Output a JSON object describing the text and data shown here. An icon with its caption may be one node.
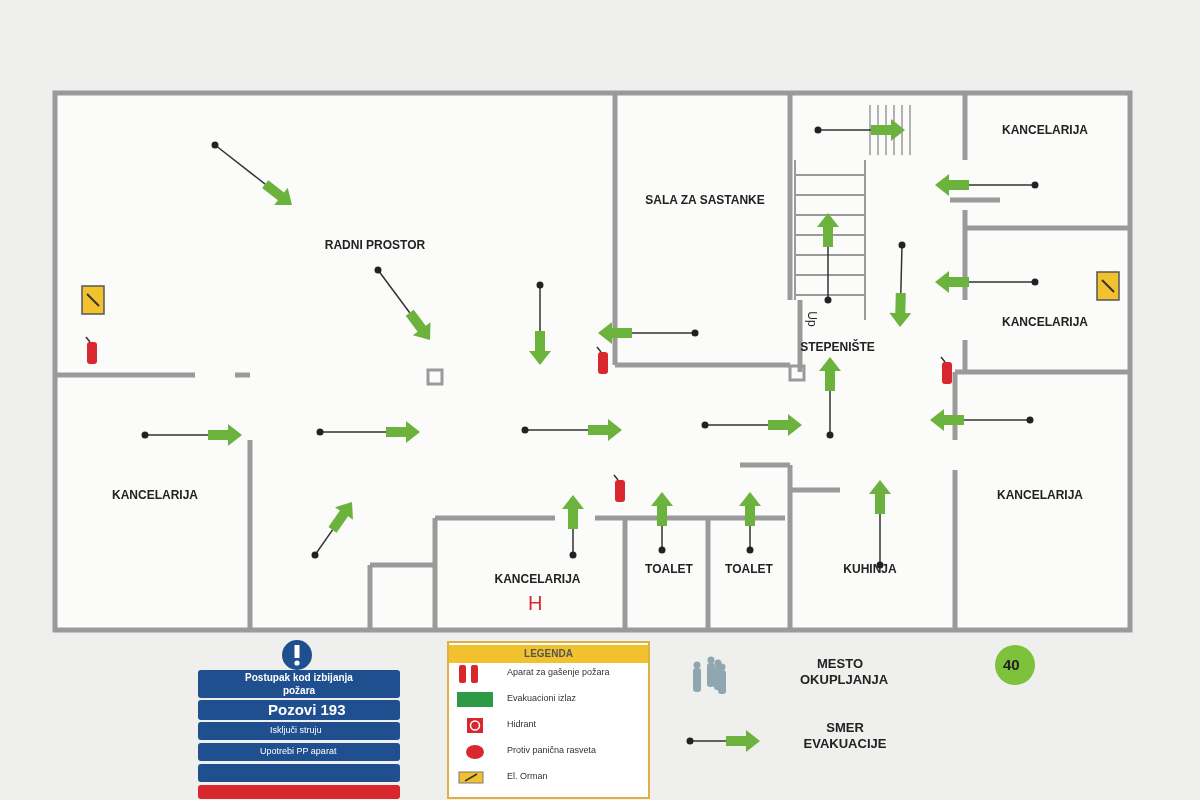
{
  "diagram": {
    "nodes": [
      {
        "text": [
          "RADNI PROSTOR"
        ]
      },
      {
        "text": [
          "SALA ZA SASTANKE"
        ]
      },
      {
        "text": [
          "STEPENIŠTE"
        ]
      },
      {
        "text": [
          "KANCELARIJA"
        ]
      },
      {
        "text": [
          "KANCELARIJA"
        ]
      },
      {
        "text": [
          "KANCELARIJA"
        ]
      },
      {
        "text": [
          "KANCELARIJA"
        ]
      },
      {
        "text": [
          "TOALET"
        ]
      },
      {
        "text": [
          "TOALET"
        ]
      },
      {
        "text": [
          "KUHINJA"
        ]
      },
      {
        "text": [
          "KANCELARIJA"
        ]
      }
    ],
    "edges": [],
    "labels": [
      "Up",
      "H",
      "Postupak kod izbijanja požara",
      "Pozovi 193",
      "Isključi struju",
      "Upotrebi PP aparat",
      "LEGENDA",
      "MESTO OKUPLJANJA",
      "SMER EVAKUACIJE",
      "40"
    ],
    "legend": [
      {
        "text": "Aparat za gašenje požara"
      },
      {
        "text": "Evakuacioni izlaz"
      },
      {
        "text": "Hidrant"
      },
      {
        "text": "Protiv panična rasveta"
      },
      {
        "text": "El. Orman"
      }
    ]
  }
}
